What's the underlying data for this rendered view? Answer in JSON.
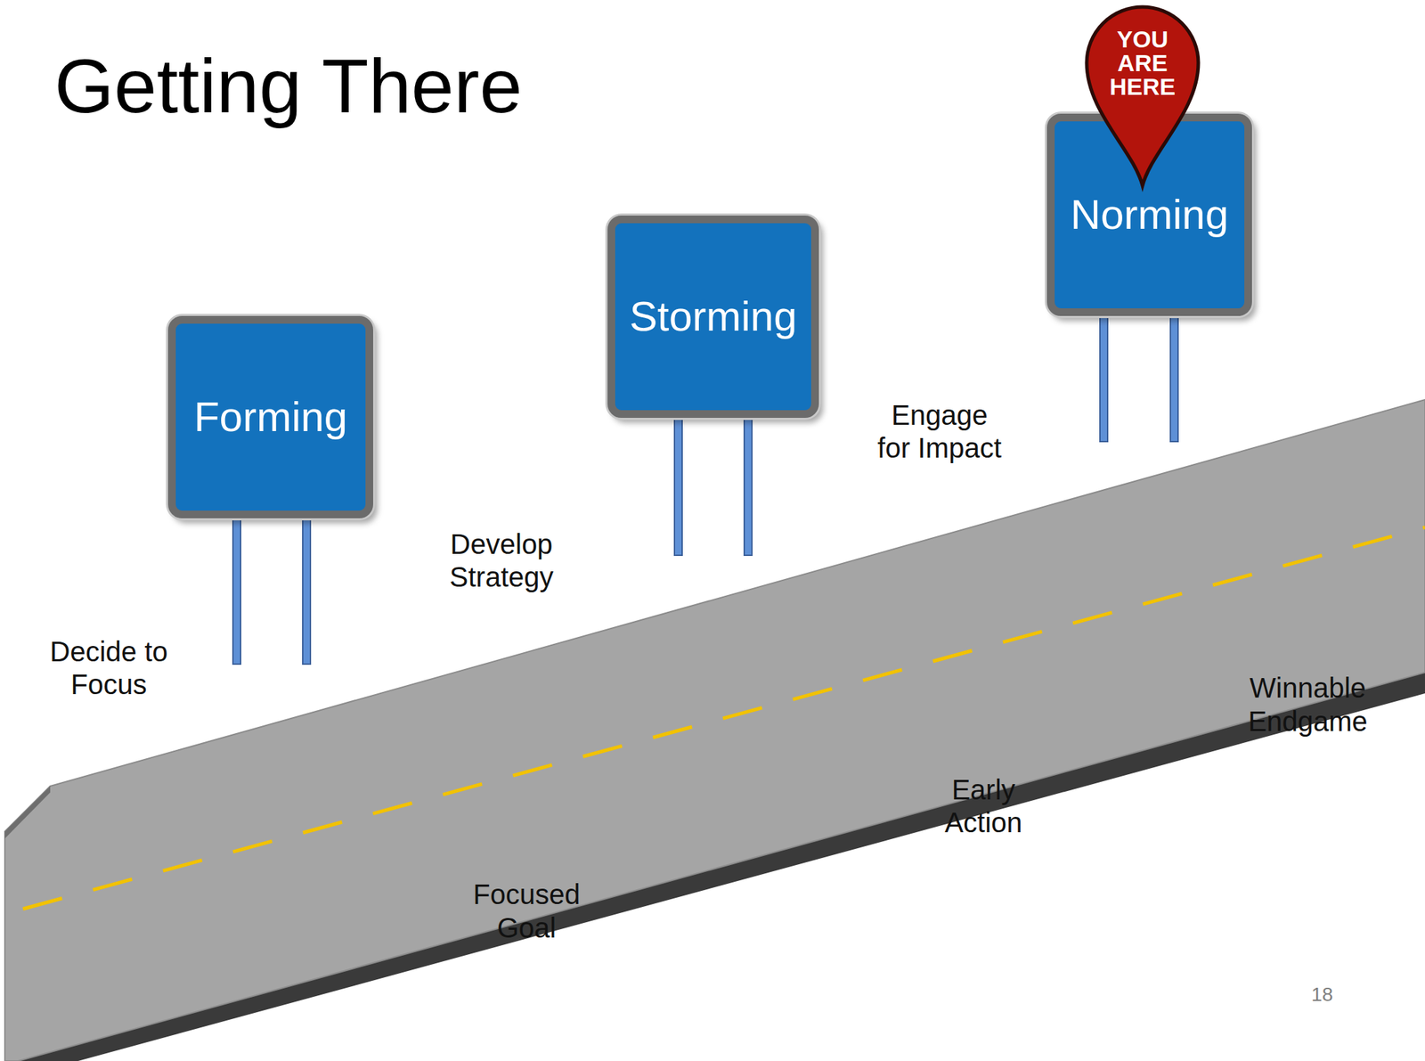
{
  "diagram": {
    "title": "Getting There",
    "nodes": [
      {
        "text": [
          "Decide to Focus"
        ]
      },
      {
        "text": [
          "Forming"
        ]
      },
      {
        "text": [
          "Focused Goal"
        ]
      },
      {
        "text": [
          "Develop Strategy"
        ]
      },
      {
        "text": [
          "Storming"
        ]
      },
      {
        "text": [
          "Early Action"
        ]
      },
      {
        "text": [
          "Engage for Impact"
        ]
      },
      {
        "text": [
          "Norming"
        ]
      },
      {
        "text": [
          "YOU ARE HERE"
        ]
      },
      {
        "text": [
          "Winnable Endgame"
        ]
      }
    ],
    "labels": [
      "18"
    ]
  }
}
